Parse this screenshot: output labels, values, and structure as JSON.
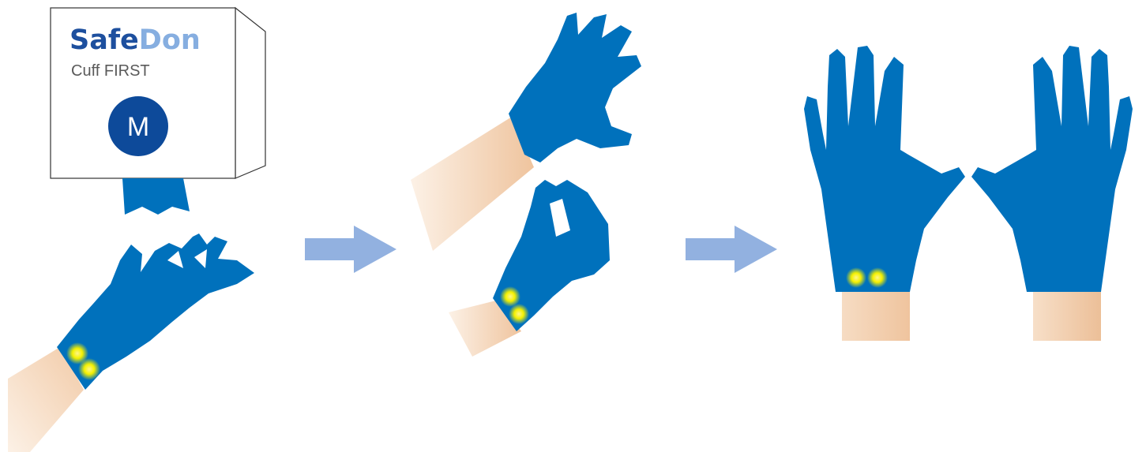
{
  "product": {
    "brand_part1": "Safe",
    "brand_part2": "Don",
    "subtitle": "Cuff FIRST",
    "size_label": "M"
  },
  "colors": {
    "glove": "#0071bc",
    "brand_dark": "#1d4f9e",
    "brand_light": "#86aee0",
    "size_circle": "#0d4a9a",
    "arrow": "#92b1e0",
    "skin_light": "#fbe8d8",
    "skin_mid": "#f1caa6",
    "indicator": "#f4f000"
  },
  "icons": [
    "glove-box-icon",
    "hand-icon",
    "arrow-right-icon",
    "glove-icon"
  ]
}
